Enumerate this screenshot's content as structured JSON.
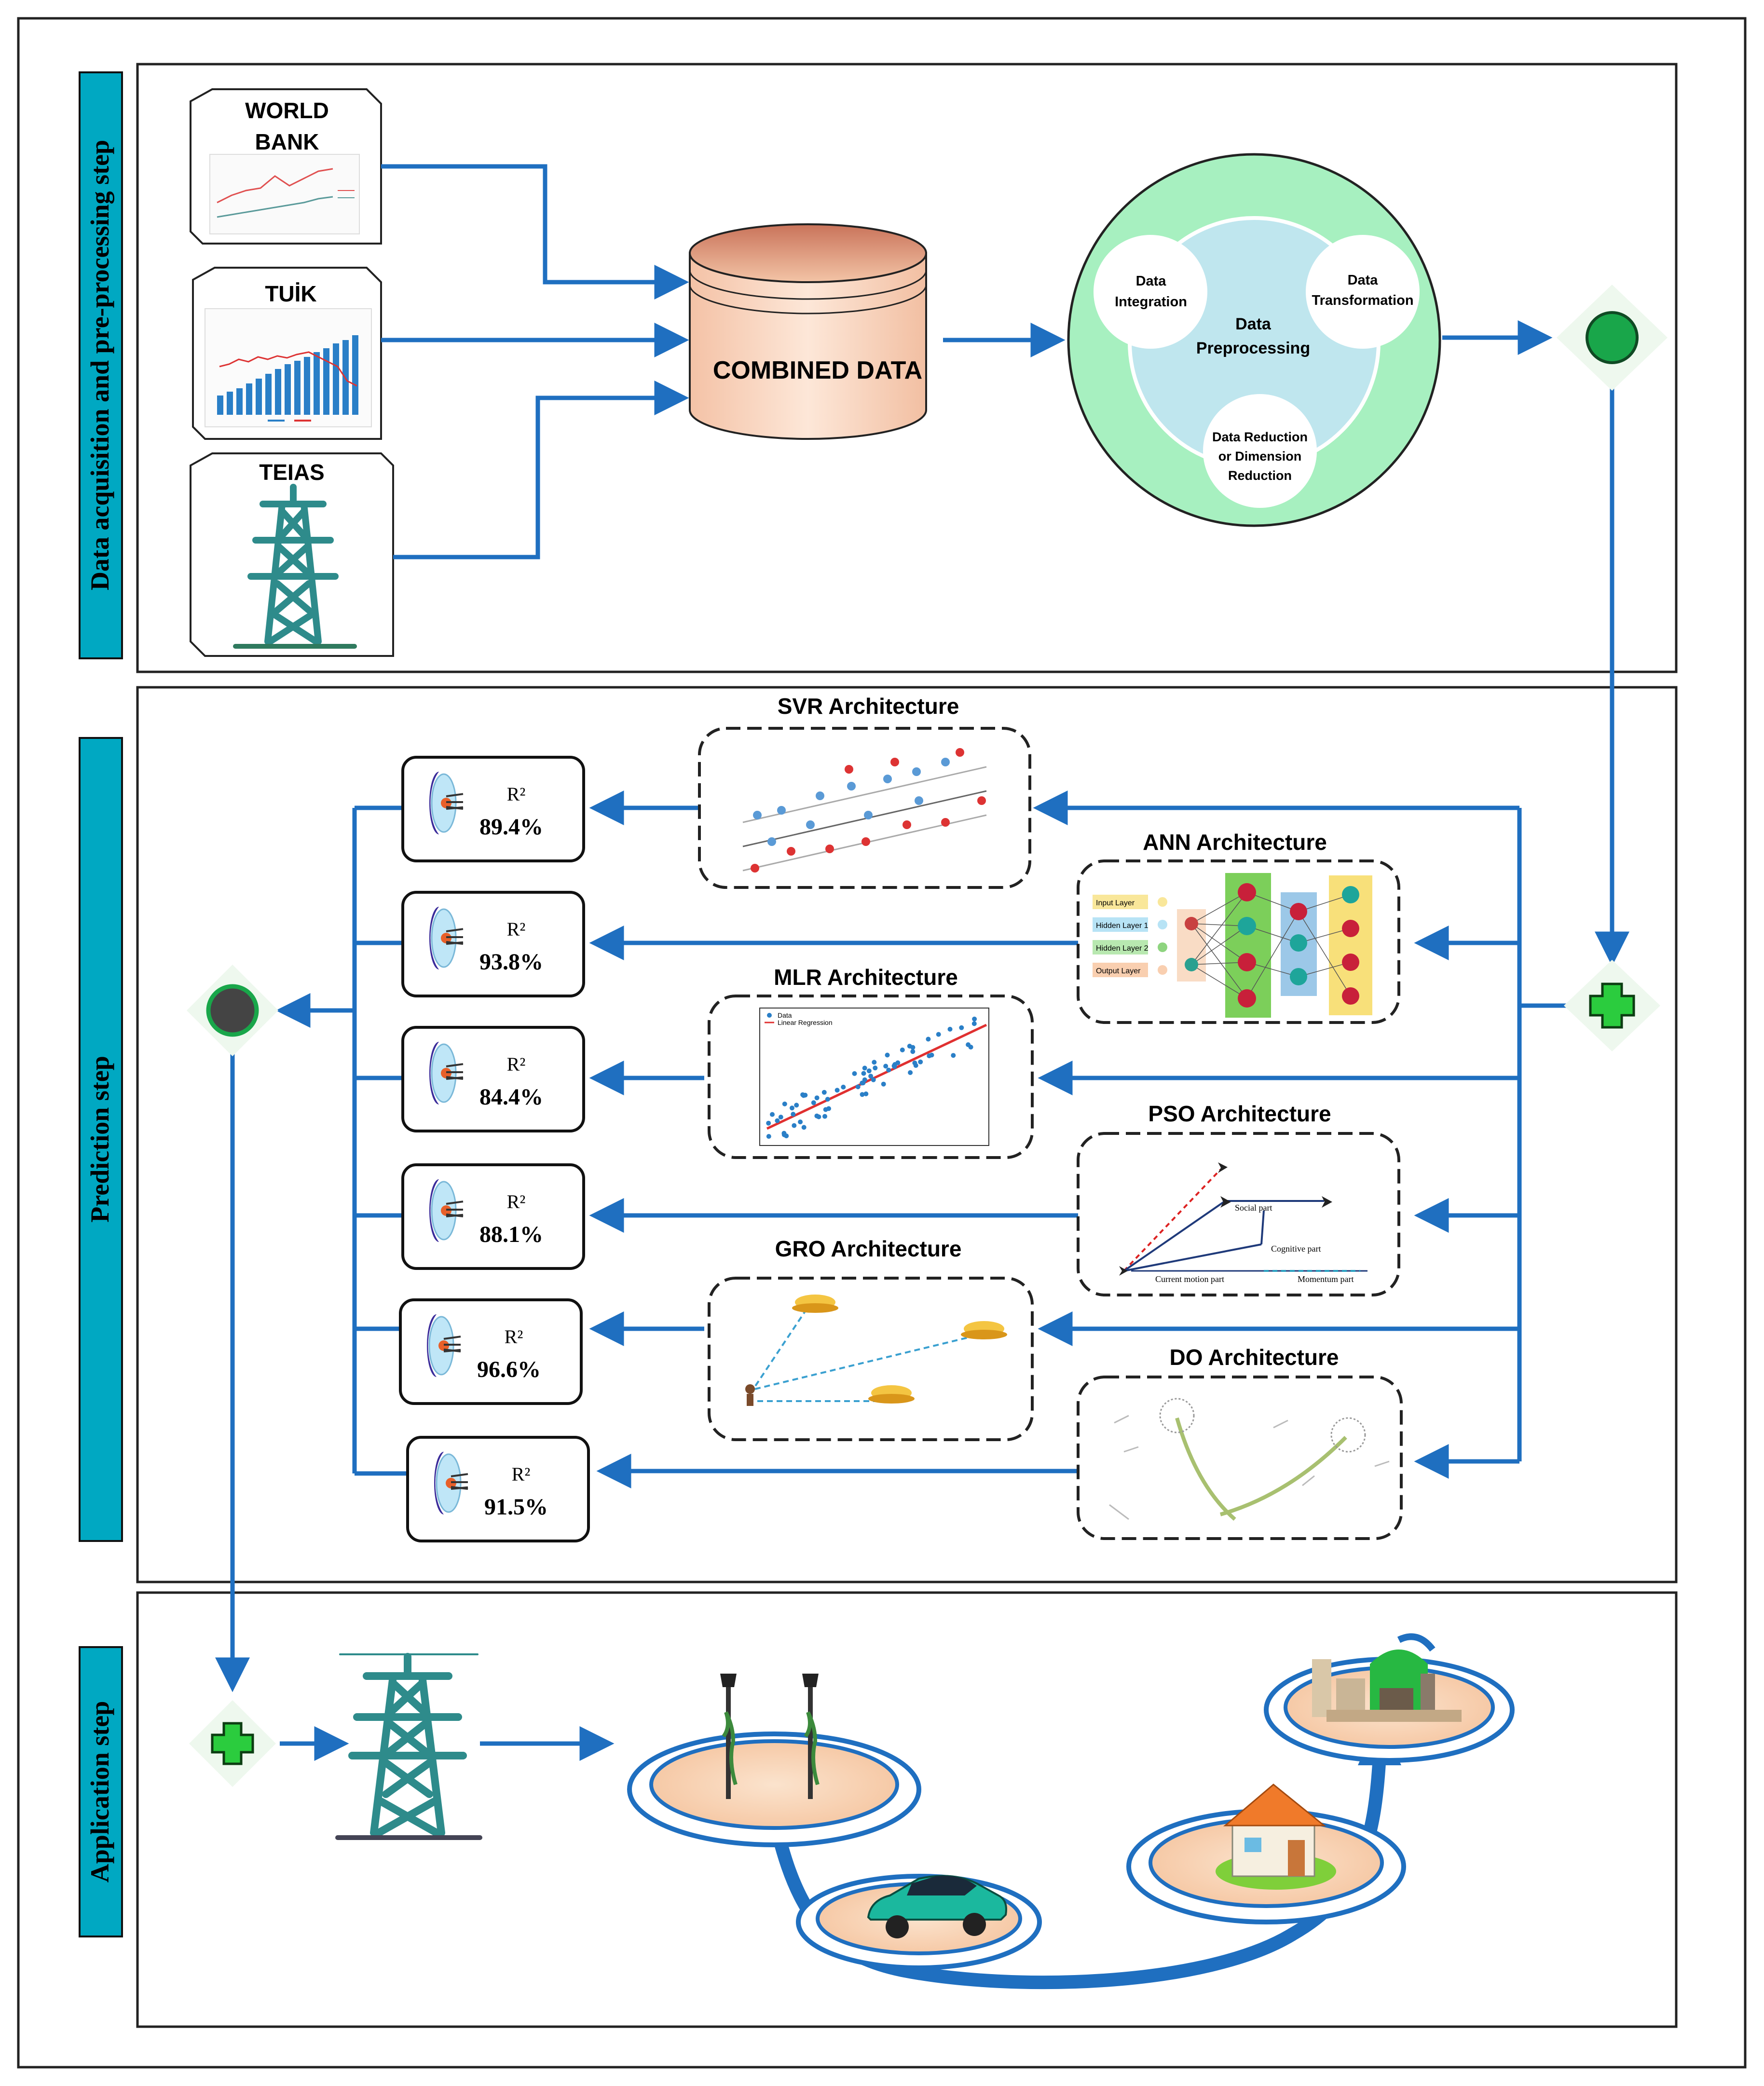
{
  "steps": {
    "acquisition": "Data acquisition and pre-processing step",
    "prediction": "Prediction step",
    "application": "Application step"
  },
  "sources": {
    "world_bank": {
      "line1": "WORLD",
      "line2": "BANK"
    },
    "tuik": "TUİK",
    "teias": "TEIAS"
  },
  "combined_data": "COMBINED DATA",
  "preprocessing": {
    "center_line1": "Data",
    "center_line2": "Preprocessing",
    "integration": [
      "Data",
      "Integration"
    ],
    "transformation": [
      "Data",
      "Transformation"
    ],
    "reduction": [
      "Data Reduction",
      "or Dimension",
      "Reduction"
    ]
  },
  "architectures": {
    "svr": "SVR Architecture",
    "ann": "ANN Architecture",
    "mlr": "MLR Architecture",
    "pso": "PSO Architecture",
    "gro": "GRO Architecture",
    "do": "DO Architecture"
  },
  "ann_legend": [
    "Input Layer",
    "Hidden Layer 1",
    "Hidden Layer 2",
    "Output Layer"
  ],
  "mlr_legend": [
    "Data",
    "Linear Regression"
  ],
  "pso_labels": [
    "Social part",
    "Cognitive part",
    "Current motion part",
    "Momentum part"
  ],
  "r2_label": "R²",
  "results": [
    "89.4%",
    "93.8%",
    "84.4%",
    "88.1%",
    "96.6%",
    "91.5%"
  ],
  "colors": {
    "arrow": "#1f6fc0",
    "step_bar": "#00a8c2",
    "preproc_outer": "#a7f0c0",
    "preproc_inner": "#bfe6ee",
    "node_green": "#19a64a",
    "plus_green": "#2bcc3e",
    "tower": "#2e8b8b"
  }
}
